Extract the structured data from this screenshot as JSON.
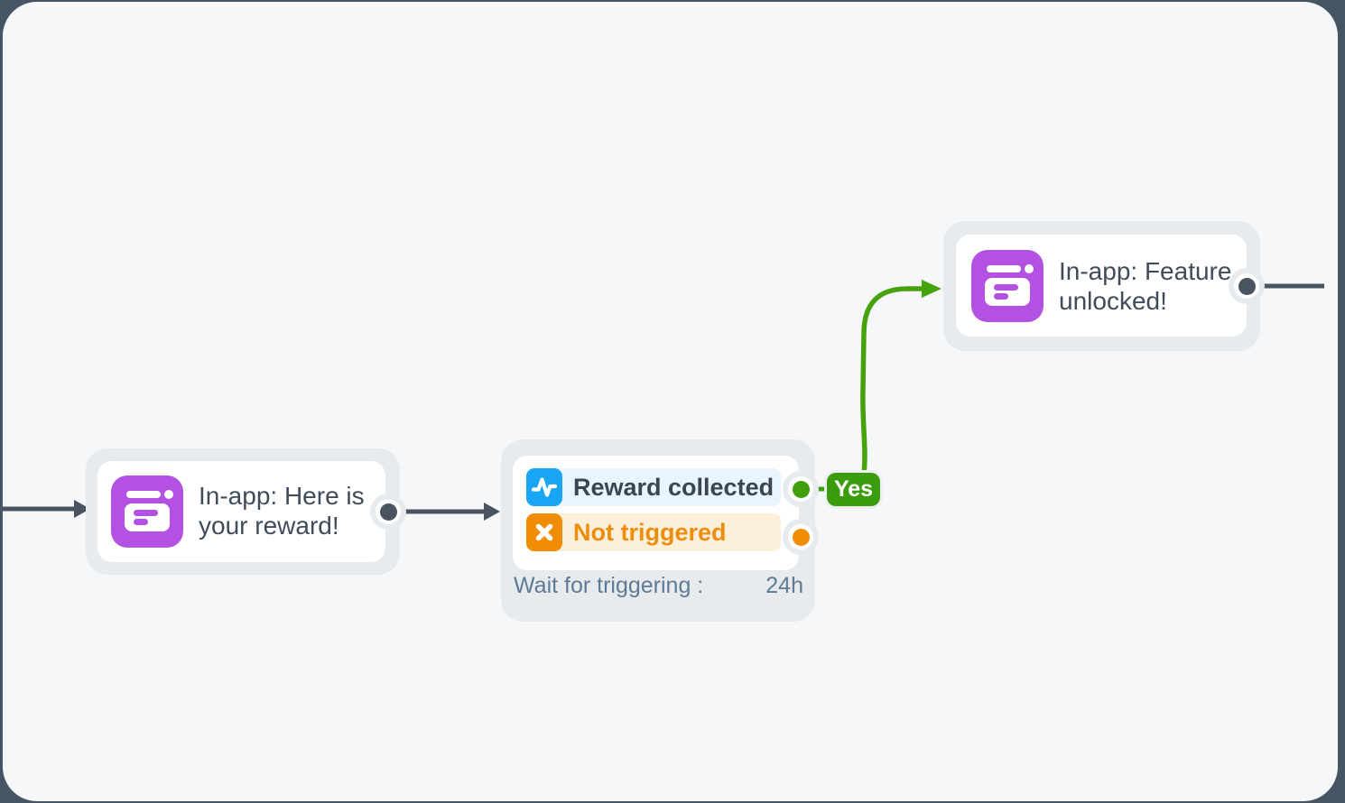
{
  "nodes": {
    "reward_message": {
      "type_icon": "in-app-message-icon",
      "title_lines": [
        "In-app: Here is",
        "your reward!"
      ]
    },
    "trigger_wait": {
      "branches": [
        {
          "icon": "activity-pulse-icon",
          "label": "Reward collected"
        },
        {
          "icon": "x-mark-icon",
          "label": "Not triggered"
        }
      ],
      "footer_label": "Wait for triggering :",
      "footer_value": "24h"
    },
    "unlock_message": {
      "type_icon": "in-app-message-icon",
      "title_lines": [
        "In-app: Feature",
        "unlocked!"
      ]
    }
  },
  "edges": {
    "yes_badge_label": "Yes"
  },
  "colors": {
    "canvas_bg": "#f6f7f8",
    "outside_bg": "#465564",
    "node_frame": "#e8ebee",
    "edge_dark": "#4a5460",
    "purple": "#b351e2",
    "blue": "#18a5f3",
    "blue_row_bg": "#eaf4fd",
    "orange": "#f18d04",
    "orange_row_bg": "#fdf0db",
    "green": "#3fa00c",
    "title_text": "#414c5b",
    "footer_text": "#5e7a95"
  }
}
